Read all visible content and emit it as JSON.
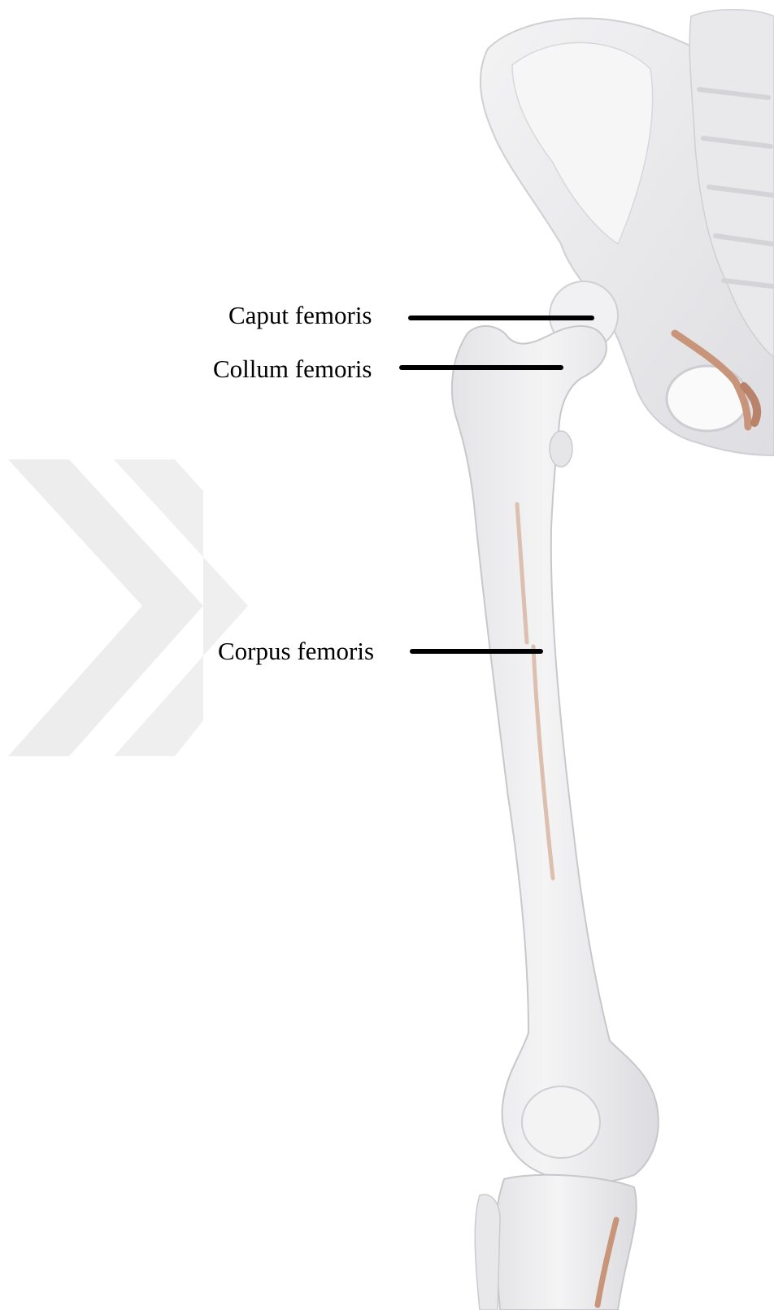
{
  "labels": {
    "caput": "Caput femoris",
    "collum": "Collum femoris",
    "corpus": "Corpus femoris"
  },
  "colors": {
    "bone": "#eeeeef",
    "bone_shadow": "#d9d9dc",
    "bone_outline": "#c8c8cc",
    "muscle_attachment": "#c9957a",
    "leader_line": "#000000",
    "watermark": "#ececec"
  }
}
